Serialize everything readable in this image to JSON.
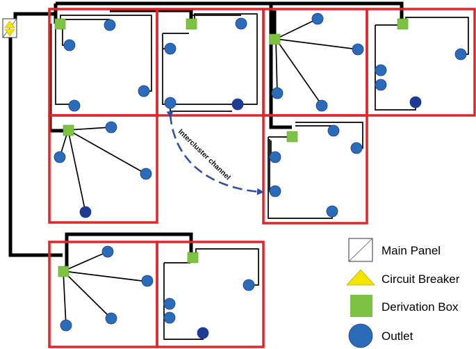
{
  "diagram": {
    "channel_label": "Intercluster channel",
    "colors": {
      "cluster_border": "#e0252b",
      "trunk_wire": "#000000",
      "derivation_box": "#7dc242",
      "outlet": "#2b6cb8",
      "outlet_dark": "#1f3a93",
      "breaker": "#f5e400",
      "channel_arrow": "#2e4fa3"
    }
  },
  "legend": {
    "main_panel": "Main Panel",
    "circuit_breaker": "Circuit Breaker",
    "derivation_box": "Derivation Box",
    "outlet": "Outlet"
  }
}
